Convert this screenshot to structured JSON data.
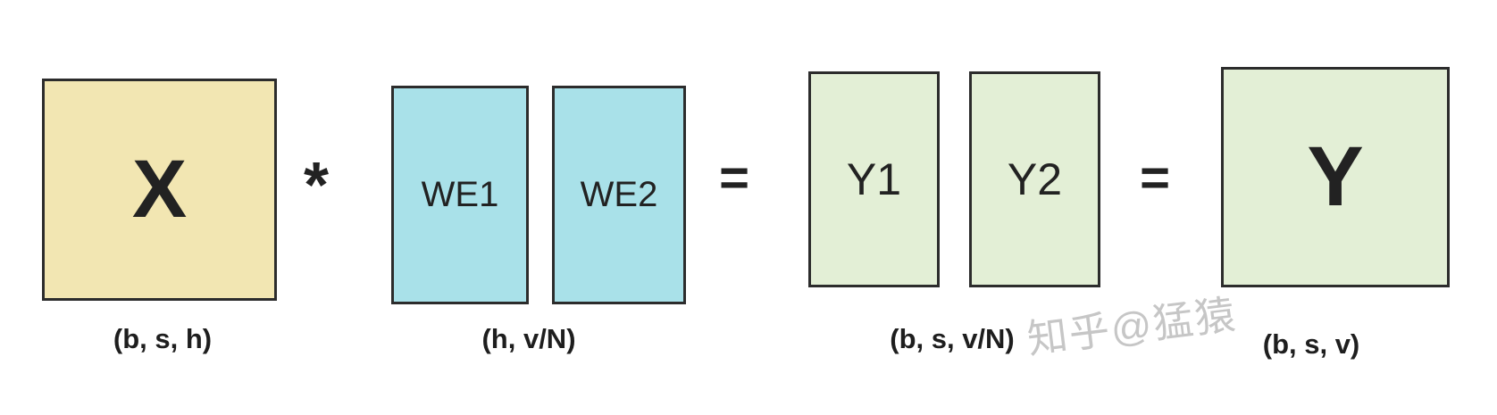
{
  "diagram": {
    "x_block": {
      "label": "X",
      "dim_label": "(b, s, h)"
    },
    "multiply_sign": "*",
    "we1_block": {
      "label": "WE1"
    },
    "we2_block": {
      "label": "WE2"
    },
    "we_dim_label": "(h, v/N)",
    "equals_sign_1": "=",
    "y1_block": {
      "label": "Y1"
    },
    "y2_block": {
      "label": "Y2"
    },
    "y_split_dim_label": "(b, s, v/N)",
    "equals_sign_2": "=",
    "y_block": {
      "label": "Y",
      "dim_label": "(b, s, v)"
    }
  },
  "watermark": "知乎@猛猿",
  "colors": {
    "x_fill": "#f2e6b2",
    "we_fill": "#a9e1e9",
    "y_fill": "#e3efd6",
    "border": "#2c2c2c",
    "text": "#222222",
    "watermark": "#c6c6c6",
    "background": "#ffffff"
  }
}
